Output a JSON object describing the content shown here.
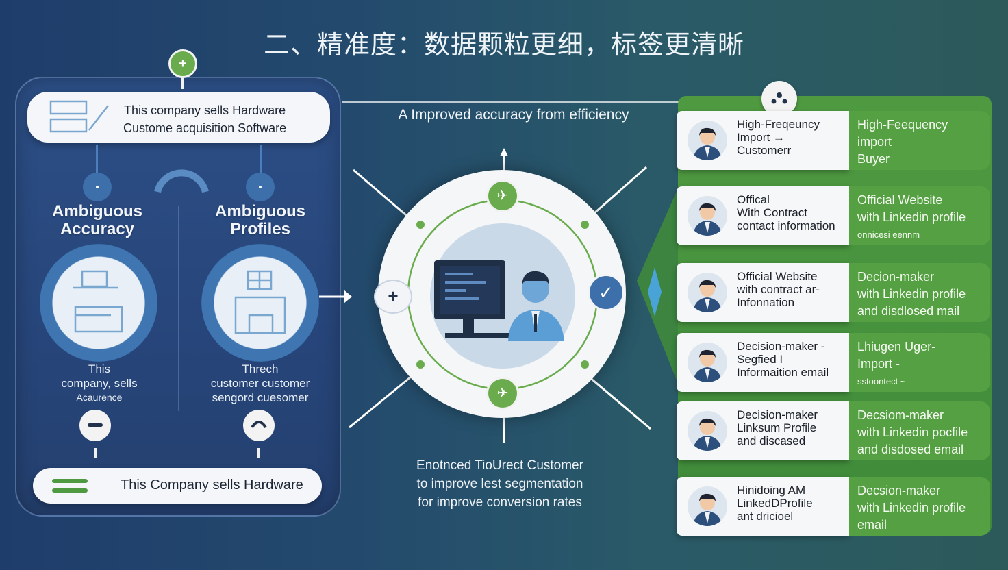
{
  "title": "二、精准度：数据颗粒更细，标签更清晰",
  "left": {
    "top_pill_lines": [
      "This company sells Hardware",
      "Custome acquisition Software"
    ],
    "col1_heading": [
      "Ambiguous",
      "Accuracy"
    ],
    "col2_heading": [
      "Ambiguous",
      "Profiles"
    ],
    "col1_caption": [
      "This",
      "company, sells",
      "Acaurence"
    ],
    "col2_caption": [
      "Threch",
      "customer customer",
      "sengord cuesomer"
    ],
    "bottom_pill": "This Company sells Hardware",
    "plus_symbol": "+"
  },
  "center": {
    "heading": "A Improved accuracy from efficiency",
    "note_lines": [
      "Enotnced TioUrect Customer",
      "to improve lest segmentation",
      "for improve conversion rates"
    ],
    "check_symbol": "✓",
    "plus_symbol": "+"
  },
  "rows": [
    {
      "card": [
        "High-Freqeuncy",
        "Import →",
        "Customerr"
      ],
      "green": [
        "High-Feequency",
        "import",
        "Buyer"
      ]
    },
    {
      "card": [
        "Offical",
        "With Contract",
        "contact information"
      ],
      "green": [
        "Official Website",
        "with Linkedin profile",
        "onnicesi eennm"
      ]
    },
    {
      "card": [
        "Official Website",
        "with contract ar-",
        "Infonnation"
      ],
      "green": [
        "Decion-maker",
        "with Linkedin profile",
        "and disdlosed mail"
      ]
    },
    {
      "card": [
        "Decision-maker -",
        "Segfied I",
        "Informaition email"
      ],
      "green": [
        "Lhiugen Uger-",
        "Import -",
        "sstoontect ~"
      ]
    },
    {
      "card": [
        "Decision-maker",
        "Linksum Profile",
        "and discased"
      ],
      "green": [
        "Decsiom-maker",
        "with Linkedin pocfile",
        "and disdosed email"
      ]
    },
    {
      "card": [
        "Hinidoing AM",
        "LinkedDProfile",
        "ant dricioel"
      ],
      "green": [
        "Decsion-maker",
        "with Linkedin profile",
        "email"
      ]
    }
  ],
  "colors": {
    "accent_green": "#56a044",
    "accent_blue": "#3d6fab",
    "panel_blue": "#2c4f86"
  }
}
